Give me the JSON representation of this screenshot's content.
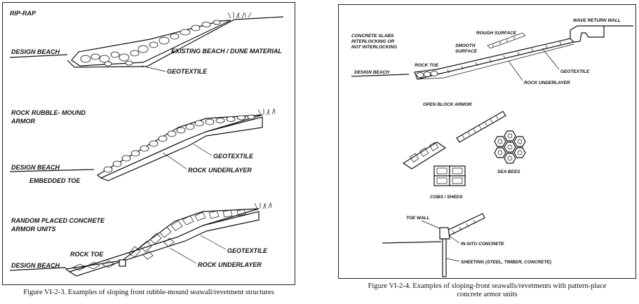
{
  "left": {
    "caption": "Figure VI-2-3. Examples of sloping front rubble-mound seawall/revetment structures",
    "riprap": {
      "title": "RIP-RAP",
      "design_beach": "DESIGN BEACH",
      "existing_beach": "EXISTING BEACH / DUNE MATERIAL",
      "geotextile": "GEOTEXTILE"
    },
    "rubble": {
      "title_line1": "ROCK RUBBLE- MOUND",
      "title_line2": "ARMOR",
      "design_beach": "DESIGN BEACH",
      "embedded_toe": "EMBEDDED TOE",
      "geotextile": "GEOTEXTILE",
      "rock_underlayer": "ROCK UNDERLAYER"
    },
    "concrete": {
      "title_line1": "RANDOM PLACED CONCRETE",
      "title_line2": "ARMOR UNITS",
      "rock_toe": "ROCK TOE",
      "design_beach": "DESIGN BEACH",
      "geotextile": "GEOTEXTILE",
      "rock_underlayer": "ROCK UNDERLAYER"
    }
  },
  "right": {
    "caption_line1": "Figure VI-2-4. Examples of sloping-front seawalls/revetments with pattern-place",
    "caption_line2": "concrete armor units",
    "slabs": {
      "concrete_slabs_line1": "CONCRETE SLABS",
      "concrete_slabs_line2": "INTERLOCKING OR",
      "concrete_slabs_line3": "NOT INTERLOCKING",
      "rough_surface": "ROUGH SURFACE",
      "wave_return_wall": "WAVE RETURN WALL",
      "smooth_surface_line1": "SMOOTH",
      "smooth_surface_line2": "SURFACE",
      "rock_toe": "ROCK TOE",
      "design_beach": "DESIGN BEACH",
      "geotextile": "GEOTEXTILE",
      "rock_underlayer": "ROCK UNDERLAYER"
    },
    "blocks": {
      "open_block_armor": "OPEN BLOCK ARMOR",
      "sea_bees": "SEA BEES",
      "cobs_sheds": "COBS / SHEDS"
    },
    "toewall": {
      "toe_wall": "TOE WALL",
      "in_situ_concrete": "IN-SITU CONCRETE",
      "sheeting": "SHEETING (STEEL, TIMBER, CONCRETE)"
    }
  }
}
